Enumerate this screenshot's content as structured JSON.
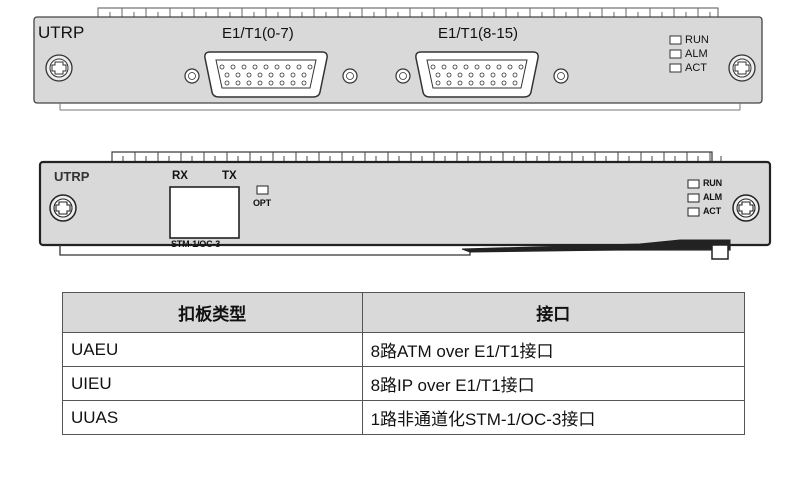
{
  "board_top": {
    "name": "UTRP",
    "connector_left": "E1/T1(0-7)",
    "connector_right": "E1/T1(8-15)",
    "leds": [
      "RUN",
      "ALM",
      "ACT"
    ]
  },
  "board_bottom": {
    "name": "UTRP",
    "rx": "RX",
    "tx": "TX",
    "opt": "OPT",
    "port": "STM-1/OC-3",
    "leds": [
      "RUN",
      "ALM",
      "ACT"
    ]
  },
  "table": {
    "headers": [
      "扣板类型",
      "接口"
    ],
    "rows": [
      [
        "UAEU",
        "8路ATM over E1/T1接口"
      ],
      [
        "UIEU",
        "8路IP over E1/T1接口"
      ],
      [
        "UUAS",
        "1路非通道化STM-1/OC-3接口"
      ]
    ]
  }
}
